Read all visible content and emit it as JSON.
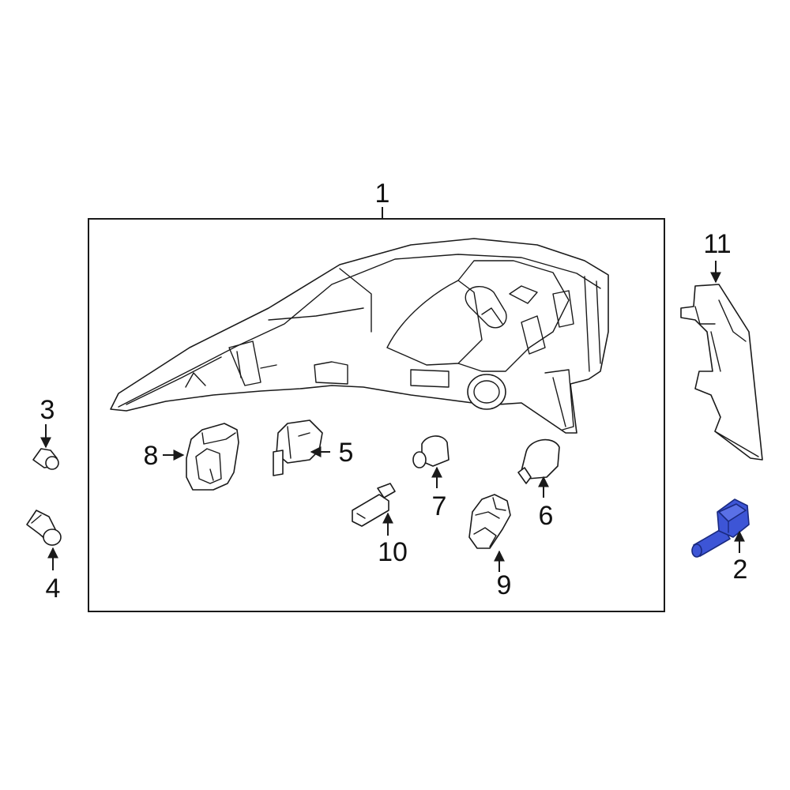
{
  "callouts": {
    "c1": "1",
    "c2": "2",
    "c3": "3",
    "c4": "4",
    "c5": "5",
    "c6": "6",
    "c7": "7",
    "c8": "8",
    "c9": "9",
    "c10": "10",
    "c11": "11"
  },
  "colors": {
    "highlight_part": "#3d55d6",
    "line": "#1a1a1a",
    "background": "#ffffff"
  },
  "highlighted_part": "2"
}
